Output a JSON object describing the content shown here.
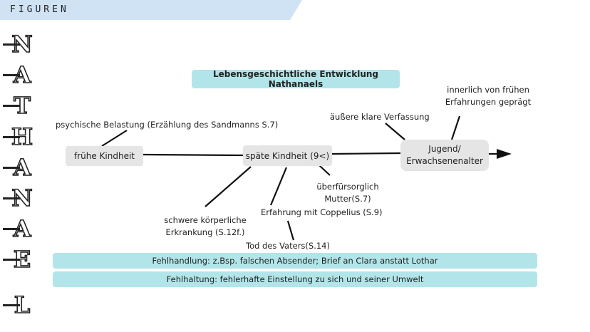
{
  "header": {
    "title": "FIGUREN"
  },
  "side": {
    "letters": [
      "N",
      "A",
      "T",
      "H",
      "A",
      "N",
      "A",
      "E",
      "L"
    ]
  },
  "diagram": {
    "title": "Lebensgeschichtliche Entwicklung Nathanaels",
    "stage_early": "frühe Kindheit",
    "stage_late": "späte Kindheit (9<)",
    "stage_youth_l1": "Jugend/",
    "stage_youth_l2": "Erwachsenenalter",
    "label_stress": "psychische Belastung (Erzählung des Sandmanns S.7)",
    "label_illness_l1": "schwere körperliche",
    "label_illness_l2": "Erkrankung (S.12f.)",
    "label_coppelius": "Erfahrung mit Coppelius (S.9)",
    "label_father": "Tod des Vaters(S.14)",
    "label_mother_l1": "überfürsorglich",
    "label_mother_l2": "Mutter(S.7)",
    "label_outer": "äußere klare Verfassung",
    "label_inner_l1": "innerlich von frühen",
    "label_inner_l2": "Erfahrungen geprägt"
  },
  "notes": {
    "fehlhandlung": "Fehlhandlung: z.Bsp. falschen Absender; Brief an Clara anstatt Lothar",
    "fehlhaltung": "Fehlhaltung: fehlerhafte Einstellung zu sich und seiner Umwelt"
  },
  "colors": {
    "banner": "#cfe3f4",
    "teal": "#b2e5e9",
    "gray": "#e5e5e5"
  }
}
